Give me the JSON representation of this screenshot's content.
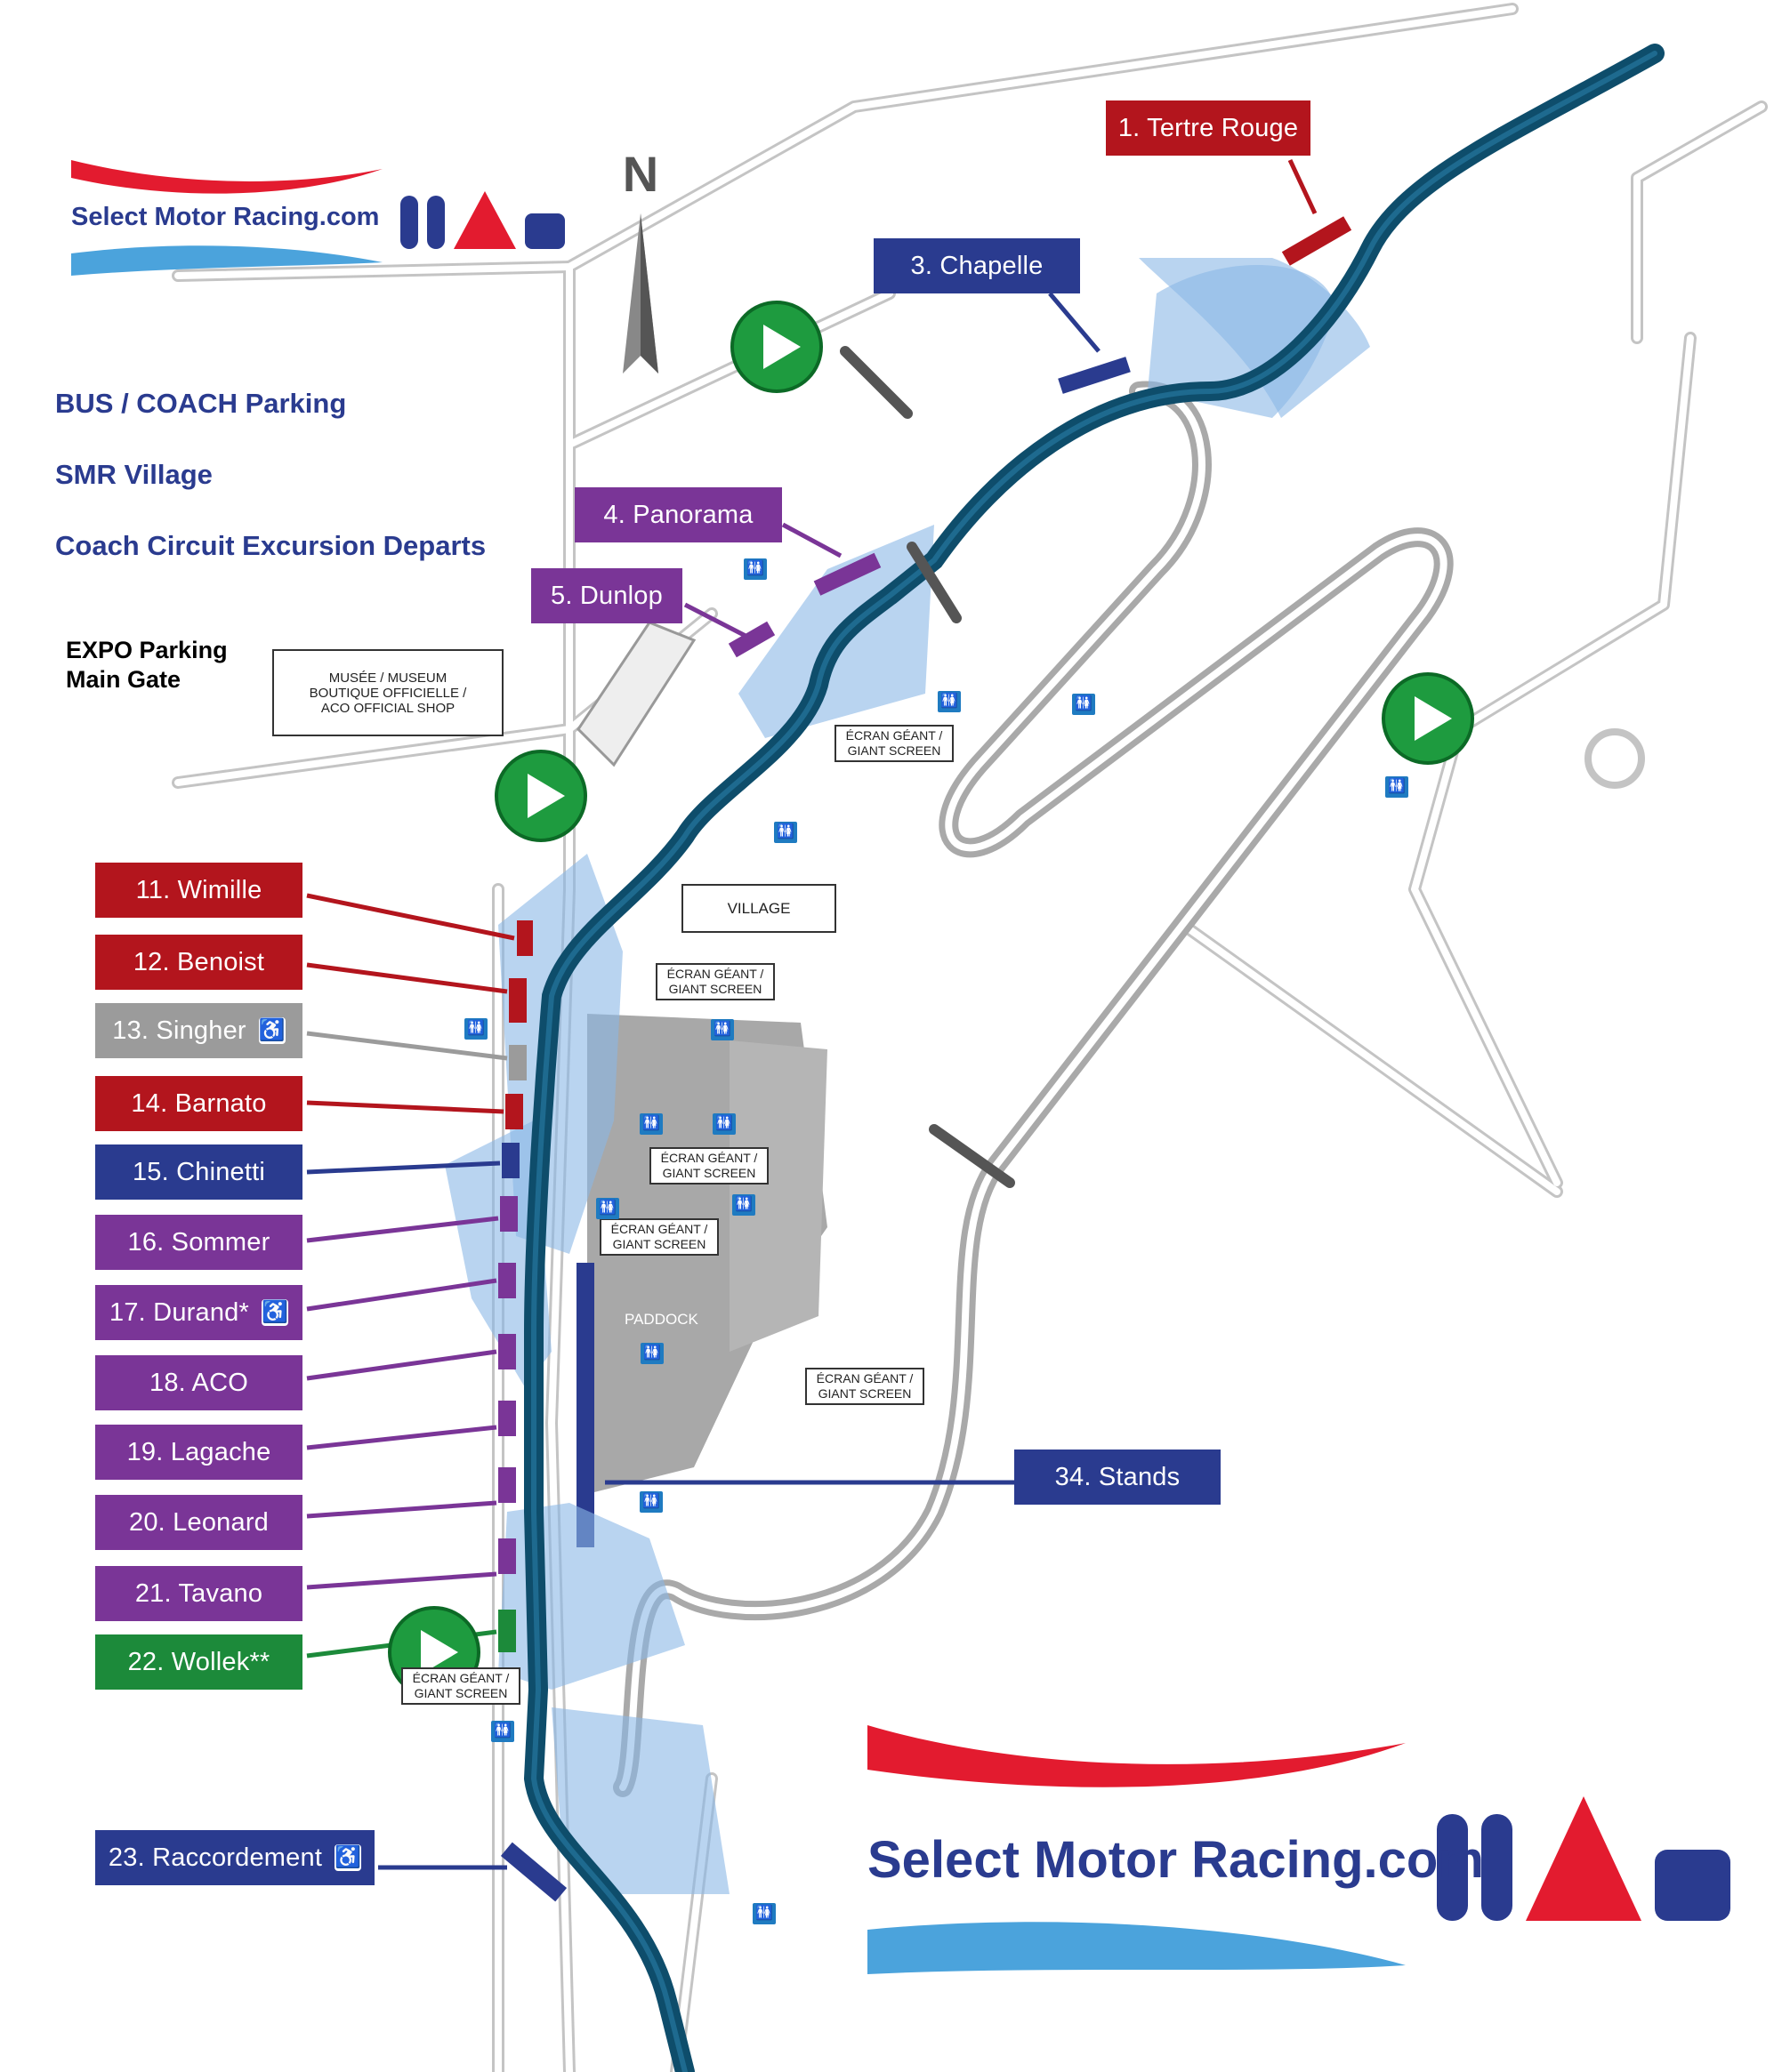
{
  "legend": {
    "bus": "BUS / COACH Parking",
    "village": "SMR Village",
    "excursion": "Coach Circuit Excursion Departs"
  },
  "expo": {
    "line1": "EXPO Parking",
    "line2": "Main Gate"
  },
  "compass": "N",
  "brand": {
    "small": "Select Motor Racing.com",
    "large": "Select Motor Racing.com",
    "colors": {
      "red": "#e31b2f",
      "light_blue": "#4ba3dc",
      "navy": "#2a3b8f"
    }
  },
  "grandstands": [
    {
      "label": "1. Tertre Rouge",
      "color": "red",
      "wheelchair": false
    },
    {
      "label": "3. Chapelle",
      "color": "blue",
      "wheelchair": false
    },
    {
      "label": "4. Panorama",
      "color": "purple",
      "wheelchair": false
    },
    {
      "label": "5. Dunlop",
      "color": "purple",
      "wheelchair": false
    },
    {
      "label": "11. Wimille",
      "color": "red",
      "wheelchair": false
    },
    {
      "label": "12. Benoist",
      "color": "red",
      "wheelchair": false
    },
    {
      "label": "13. Singher",
      "color": "grey",
      "wheelchair": true
    },
    {
      "label": "14. Barnato",
      "color": "red",
      "wheelchair": false
    },
    {
      "label": "15. Chinetti",
      "color": "blue",
      "wheelchair": false
    },
    {
      "label": "16. Sommer",
      "color": "purple",
      "wheelchair": false
    },
    {
      "label": "17. Durand*",
      "color": "purple",
      "wheelchair": true
    },
    {
      "label": "18. ACO",
      "color": "purple",
      "wheelchair": false
    },
    {
      "label": "19. Lagache",
      "color": "purple",
      "wheelchair": false
    },
    {
      "label": "20. Leonard",
      "color": "purple",
      "wheelchair": false
    },
    {
      "label": "21. Tavano",
      "color": "purple",
      "wheelchair": false
    },
    {
      "label": "22. Wollek**",
      "color": "green",
      "wheelchair": false
    },
    {
      "label": "23. Raccordement",
      "color": "blue",
      "wheelchair": true
    },
    {
      "label": "34. Stands",
      "color": "blue",
      "wheelchair": false
    }
  ],
  "wheelchair_icon": "wheelchair-icon",
  "boxes": {
    "museum": "MUSÉE / MUSEUM\nBOUTIQUE OFFICIELLE /\nACO OFFICIAL SHOP",
    "village": "VILLAGE",
    "screen": "ÉCRAN GÉANT /\nGIANT SCREEN",
    "paddock": "PADDOCK"
  },
  "colors": {
    "track": "#0e4d6b",
    "zone": "#8ab8e6",
    "road": "#bfbfbf",
    "red": "#b3151d",
    "blue": "#2a3b8f",
    "purple": "#7a3597",
    "grey": "#9b9b9b",
    "green": "#1c8a3a"
  }
}
